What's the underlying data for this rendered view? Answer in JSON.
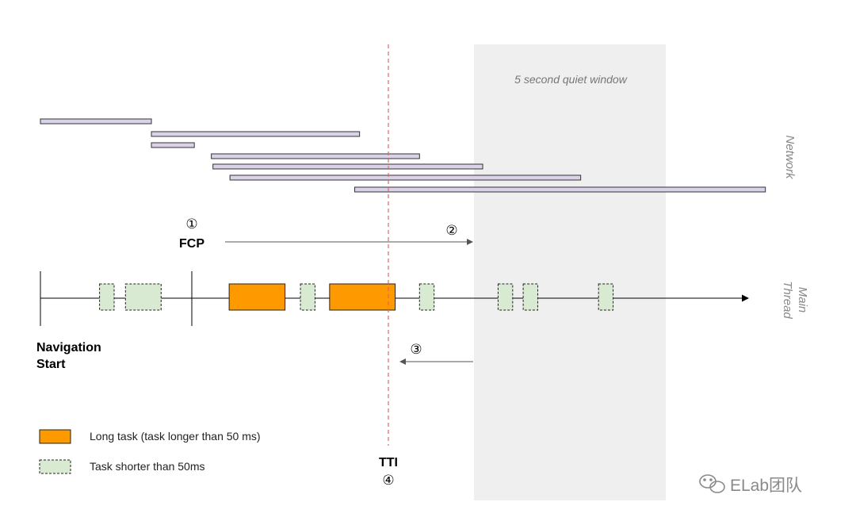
{
  "quiet_window": {
    "label": "5 second quiet window"
  },
  "lanes": {
    "network": "Network",
    "main_thread_1": "Main",
    "main_thread_2": "Thread"
  },
  "markers": {
    "fcp_number": "①",
    "fcp_label": "FCP",
    "step2": "②",
    "step3": "③",
    "tti_label": "TTI",
    "tti_number": "④",
    "nav_label_1": "Navigation",
    "nav_label_2": "Start"
  },
  "legend": {
    "long_task": "Long task (task longer than 50 ms)",
    "short_task": "Task shorter than 50ms"
  },
  "watermark": {
    "text": "ELab团队"
  },
  "colors": {
    "network_bar": "#d9d2e9",
    "long_task": "#ff9900",
    "short_task": "#d9ead3",
    "tti_line": "#e06666",
    "quiet_window": "#efefef"
  },
  "chart_data": {
    "type": "timeline",
    "network_requests": [
      {
        "start": 0.0,
        "end": 0.137
      },
      {
        "start": 0.137,
        "end": 0.394
      },
      {
        "start": 0.137,
        "end": 0.19
      },
      {
        "start": 0.211,
        "end": 0.468
      },
      {
        "start": 0.213,
        "end": 0.546
      },
      {
        "start": 0.234,
        "end": 0.667
      },
      {
        "start": 0.388,
        "end": 0.895
      }
    ],
    "main_thread_tasks": [
      {
        "start": 0.073,
        "end": 0.091,
        "kind": "short"
      },
      {
        "start": 0.105,
        "end": 0.149,
        "kind": "short"
      },
      {
        "start": 0.233,
        "end": 0.302,
        "kind": "long"
      },
      {
        "start": 0.321,
        "end": 0.339,
        "kind": "short"
      },
      {
        "start": 0.357,
        "end": 0.438,
        "kind": "long"
      },
      {
        "start": 0.468,
        "end": 0.486,
        "kind": "short"
      },
      {
        "start": 0.565,
        "end": 0.583,
        "kind": "short"
      },
      {
        "start": 0.596,
        "end": 0.614,
        "kind": "short"
      },
      {
        "start": 0.689,
        "end": 0.707,
        "kind": "short"
      }
    ],
    "events": {
      "navigation_start": 0.0,
      "fcp": 0.191,
      "tti": 0.439
    },
    "quiet_window_range": [
      0.546,
      0.789
    ]
  }
}
